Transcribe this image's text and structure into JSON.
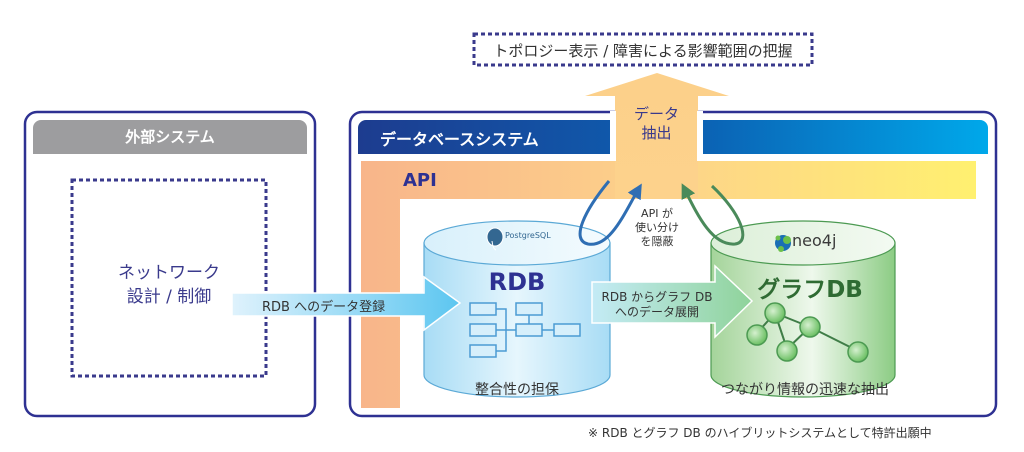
{
  "top_box": {
    "label": "トポロジー表示 / 障害による影響範囲の把握"
  },
  "external_system": {
    "title": "外部システム",
    "inner_label_line1": "ネットワーク",
    "inner_label_line2": "設計 / 制御"
  },
  "database_system": {
    "title": "データベースシステム",
    "api_label": "API",
    "extract_arrow_line1": "データ",
    "extract_arrow_line2": "抽出",
    "api_note_line1": "API が",
    "api_note_line2": "使い分け",
    "api_note_line3": "を隠蔽",
    "rdb": {
      "logo_text": "PostgreSQL",
      "title": "RDB",
      "caption": "整合性の担保"
    },
    "graph_db": {
      "logo_text": "neo4j",
      "title": "グラフDB",
      "caption": "つながり情報の迅速な抽出"
    }
  },
  "arrows": {
    "register_label": "RDB へのデータ登録",
    "expand_label_line1": "RDB からグラフ DB",
    "expand_label_line2": "へのデータ展開"
  },
  "footnote": "※ RDB とグラフ DB のハイブリットシステムとして特許出願中",
  "colors": {
    "navy": "#2e3192",
    "dotted": "#3a3a8c",
    "gray_header": "#9d9d9f",
    "db_header_start": "#1d3c8f",
    "db_header_end": "#00a0e9",
    "api_start": "#f8b88a",
    "api_end": "#ffec6e",
    "rdb_blue": "#bfe6f8",
    "graph_green": "#b8dfb0",
    "arrow_blue": "#2f6eb3",
    "arrow_green": "#4a8a5a"
  }
}
